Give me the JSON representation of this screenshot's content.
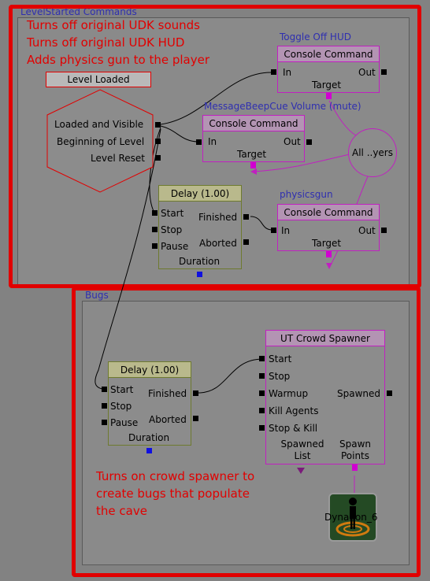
{
  "groups": {
    "level_started": {
      "title": "LevelStarted Commands"
    },
    "bugs": {
      "title": "Bugs"
    }
  },
  "annotations": {
    "top_notes": [
      "Turns off original UDK sounds",
      "Turns off original UDK HUD",
      "Adds physics gun to the player"
    ],
    "bottom_notes": [
      "Turns on crowd spawner to",
      "create bugs that populate",
      "the cave"
    ]
  },
  "nodes": {
    "level_loaded": {
      "title": "Level Loaded",
      "outputs": [
        "Loaded and Visible",
        "Beginning of Level",
        "Level Reset"
      ]
    },
    "toggle_off_hud": {
      "caption": "Toggle Off HUD",
      "title": "Console Command",
      "in": "In",
      "out": "Out",
      "target": "Target"
    },
    "mute": {
      "caption": "MessageBeepCue Volume (mute)",
      "title": "Console Command",
      "in": "In",
      "out": "Out",
      "target": "Target"
    },
    "physicsgun": {
      "caption": "physicsgun",
      "title": "Console Command",
      "in": "In",
      "out": "Out",
      "target": "Target"
    },
    "delay1": {
      "title": "Delay (1.00)",
      "inputs": [
        "Start",
        "Stop",
        "Pause"
      ],
      "outputs": [
        "Finished",
        "Aborted"
      ],
      "var": "Duration"
    },
    "all_players": {
      "label": "All ..yers"
    },
    "delay2": {
      "title": "Delay (1.00)",
      "inputs": [
        "Start",
        "Stop",
        "Pause"
      ],
      "outputs": [
        "Finished",
        "Aborted"
      ],
      "var": "Duration"
    },
    "crowd_spawner": {
      "title": "UT Crowd Spawner",
      "inputs": [
        "Start",
        "Stop",
        "Warmup",
        "Kill Agents",
        "Stop & Kill"
      ],
      "output": "Spawned",
      "vars": [
        "Spawned List",
        "Spawn Points"
      ]
    },
    "dynamic": {
      "label": "Dyna..on_6"
    }
  },
  "colors": {
    "frame": "#e10000",
    "note": "#e10000",
    "group_title": "#2f2fb0",
    "link": "#c020c0",
    "blue_port": "#1010e0"
  }
}
